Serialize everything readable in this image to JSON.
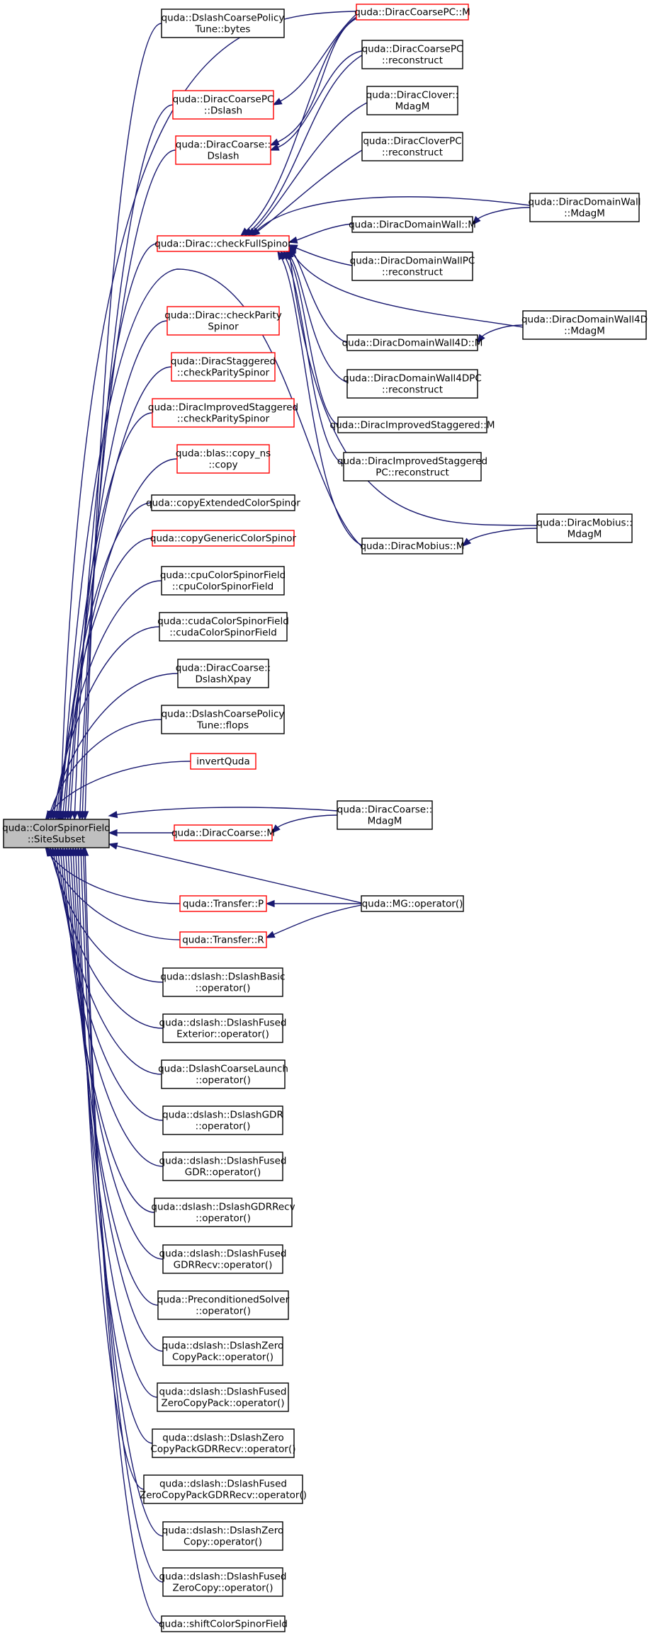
{
  "graph": {
    "colors": {
      "edge": "#191970",
      "root_fill": "#bfbfbf",
      "root_border": "#000000",
      "linked_border": "#ff0000",
      "plain_border": "#000000",
      "background": "#ffffff"
    },
    "nodes": [
      {
        "id": "root",
        "lines": [
          "quda::ColorSpinorField",
          "::SiteSubset"
        ],
        "style": "root"
      },
      {
        "id": "n_bytes",
        "lines": [
          "quda::DslashCoarsePolicy",
          "Tune::bytes"
        ],
        "style": "plain"
      },
      {
        "id": "n_dcpc_dslash",
        "lines": [
          "quda::DiracCoarsePC",
          "::Dslash"
        ],
        "style": "linked"
      },
      {
        "id": "n_dc_dslash",
        "lines": [
          "quda::DiracCoarse::",
          "Dslash"
        ],
        "style": "linked"
      },
      {
        "id": "n_checkfull",
        "lines": [
          "quda::Dirac::checkFullSpinor"
        ],
        "style": "linked"
      },
      {
        "id": "n_checkparity",
        "lines": [
          "quda::Dirac::checkParity",
          "Spinor"
        ],
        "style": "linked"
      },
      {
        "id": "n_stag_check",
        "lines": [
          "quda::DiracStaggered",
          "::checkParitySpinor"
        ],
        "style": "linked"
      },
      {
        "id": "n_impstag_check",
        "lines": [
          "quda::DiracImprovedStaggered",
          "::checkParitySpinor"
        ],
        "style": "linked"
      },
      {
        "id": "n_copy_ns",
        "lines": [
          "quda::blas::copy_ns",
          "::copy"
        ],
        "style": "linked"
      },
      {
        "id": "n_copyext",
        "lines": [
          "quda::copyExtendedColorSpinor"
        ],
        "style": "plain"
      },
      {
        "id": "n_copygen",
        "lines": [
          "quda::copyGenericColorSpinor"
        ],
        "style": "linked"
      },
      {
        "id": "n_cpucsf",
        "lines": [
          "quda::cpuColorSpinorField",
          "::cpuColorSpinorField"
        ],
        "style": "plain"
      },
      {
        "id": "n_cudacsf",
        "lines": [
          "quda::cudaColorSpinorField",
          "::cudaColorSpinorField"
        ],
        "style": "plain"
      },
      {
        "id": "n_dslashxpay",
        "lines": [
          "quda::DiracCoarse::",
          "DslashXpay"
        ],
        "style": "plain"
      },
      {
        "id": "n_flops",
        "lines": [
          "quda::DslashCoarsePolicy",
          "Tune::flops"
        ],
        "style": "plain"
      },
      {
        "id": "n_invert",
        "lines": [
          "invertQuda"
        ],
        "style": "linked"
      },
      {
        "id": "n_dc_m",
        "lines": [
          "quda::DiracCoarse::M"
        ],
        "style": "linked"
      },
      {
        "id": "n_transfer_p",
        "lines": [
          "quda::Transfer::P"
        ],
        "style": "linked"
      },
      {
        "id": "n_transfer_r",
        "lines": [
          "quda::Transfer::R"
        ],
        "style": "linked"
      },
      {
        "id": "n_dslashbasic",
        "lines": [
          "quda::dslash::DslashBasic",
          "::operator()"
        ],
        "style": "plain"
      },
      {
        "id": "n_fusedext",
        "lines": [
          "quda::dslash::DslashFused",
          "Exterior::operator()"
        ],
        "style": "plain"
      },
      {
        "id": "n_coarselaunch",
        "lines": [
          "quda::DslashCoarseLaunch",
          "::operator()"
        ],
        "style": "plain"
      },
      {
        "id": "n_gdr",
        "lines": [
          "quda::dslash::DslashGDR",
          "::operator()"
        ],
        "style": "plain"
      },
      {
        "id": "n_fusedgdr",
        "lines": [
          "quda::dslash::DslashFused",
          "GDR::operator()"
        ],
        "style": "plain"
      },
      {
        "id": "n_gdrrecv",
        "lines": [
          "quda::dslash::DslashGDRRecv",
          "::operator()"
        ],
        "style": "plain"
      },
      {
        "id": "n_fusedgdrrecv",
        "lines": [
          "quda::dslash::DslashFused",
          "GDRRecv::operator()"
        ],
        "style": "plain"
      },
      {
        "id": "n_precond",
        "lines": [
          "quda::PreconditionedSolver",
          "::operator()"
        ],
        "style": "plain"
      },
      {
        "id": "n_zcpack",
        "lines": [
          "quda::dslash::DslashZero",
          "CopyPack::operator()"
        ],
        "style": "plain"
      },
      {
        "id": "n_fusedzcpack",
        "lines": [
          "quda::dslash::DslashFused",
          "ZeroCopyPack::operator()"
        ],
        "style": "plain"
      },
      {
        "id": "n_zcpackgdr",
        "lines": [
          "quda::dslash::DslashZero",
          "CopyPackGDRRecv::operator()"
        ],
        "style": "plain"
      },
      {
        "id": "n_fusedzcpackgdr",
        "lines": [
          "quda::dslash::DslashFused",
          "ZeroCopyPackGDRRecv::operator()"
        ],
        "style": "plain"
      },
      {
        "id": "n_zc",
        "lines": [
          "quda::dslash::DslashZero",
          "Copy::operator()"
        ],
        "style": "plain"
      },
      {
        "id": "n_fusedzc",
        "lines": [
          "quda::dslash::DslashFused",
          "ZeroCopy::operator()"
        ],
        "style": "plain"
      },
      {
        "id": "n_shift",
        "lines": [
          "quda::shiftColorSpinorField"
        ],
        "style": "plain"
      },
      {
        "id": "n_dcpc_m",
        "lines": [
          "quda::DiracCoarsePC::M"
        ],
        "style": "linked"
      },
      {
        "id": "n_dcpc_rec",
        "lines": [
          "quda::DiracCoarsePC",
          "::reconstruct"
        ],
        "style": "plain"
      },
      {
        "id": "n_clover_mdagm",
        "lines": [
          "quda::DiracClover::",
          "MdagM"
        ],
        "style": "plain"
      },
      {
        "id": "n_cloverpc_rec",
        "lines": [
          "quda::DiracCloverPC",
          "::reconstruct"
        ],
        "style": "plain"
      },
      {
        "id": "n_dw_m",
        "lines": [
          "quda::DiracDomainWall::M"
        ],
        "style": "plain"
      },
      {
        "id": "n_dwpc_rec",
        "lines": [
          "quda::DiracDomainWallPC",
          "::reconstruct"
        ],
        "style": "plain"
      },
      {
        "id": "n_dw4d_m",
        "lines": [
          "quda::DiracDomainWall4D::M"
        ],
        "style": "plain"
      },
      {
        "id": "n_dw4dpc_rec",
        "lines": [
          "quda::DiracDomainWall4DPC",
          "::reconstruct"
        ],
        "style": "plain"
      },
      {
        "id": "n_impstag_m",
        "lines": [
          "quda::DiracImprovedStaggered::M"
        ],
        "style": "plain"
      },
      {
        "id": "n_impstagpc_rec",
        "lines": [
          "quda::DiracImprovedStaggered",
          "PC::reconstruct"
        ],
        "style": "plain"
      },
      {
        "id": "n_mobius_m",
        "lines": [
          "quda::DiracMobius::M"
        ],
        "style": "plain"
      },
      {
        "id": "n_dc_mdagm",
        "lines": [
          "quda::DiracCoarse::",
          "MdagM"
        ],
        "style": "plain"
      },
      {
        "id": "n_mg_op",
        "lines": [
          "quda::MG::operator()"
        ],
        "style": "plain"
      },
      {
        "id": "n_dw_mdagm",
        "lines": [
          "quda::DiracDomainWall",
          "::MdagM"
        ],
        "style": "plain"
      },
      {
        "id": "n_dw4d_mdagm",
        "lines": [
          "quda::DiracDomainWall4D",
          "::MdagM"
        ],
        "style": "plain"
      },
      {
        "id": "n_mobius_mdagm",
        "lines": [
          "quda::DiracMobius::",
          "MdagM"
        ],
        "style": "plain"
      }
    ],
    "edges": [
      {
        "from": "n_bytes",
        "to": "root"
      },
      {
        "from": "n_dcpc_m",
        "to": "root"
      },
      {
        "from": "n_dcpc_dslash",
        "to": "root"
      },
      {
        "from": "n_dc_dslash",
        "to": "root"
      },
      {
        "from": "n_checkfull",
        "to": "root"
      },
      {
        "from": "n_checkparity",
        "to": "root"
      },
      {
        "from": "n_stag_check",
        "to": "root"
      },
      {
        "from": "n_impstag_check",
        "to": "root"
      },
      {
        "from": "n_copy_ns",
        "to": "root"
      },
      {
        "from": "n_copyext",
        "to": "root"
      },
      {
        "from": "n_copygen",
        "to": "root"
      },
      {
        "from": "n_cpucsf",
        "to": "root"
      },
      {
        "from": "n_cudacsf",
        "to": "root"
      },
      {
        "from": "n_dslashxpay",
        "to": "root"
      },
      {
        "from": "n_flops",
        "to": "root"
      },
      {
        "from": "n_invert",
        "to": "root"
      },
      {
        "from": "n_dc_mdagm",
        "to": "root"
      },
      {
        "from": "n_dc_m",
        "to": "root"
      },
      {
        "from": "n_mg_op",
        "to": "root"
      },
      {
        "from": "n_transfer_p",
        "to": "root"
      },
      {
        "from": "n_transfer_r",
        "to": "root"
      },
      {
        "from": "n_dslashbasic",
        "to": "root"
      },
      {
        "from": "n_fusedext",
        "to": "root"
      },
      {
        "from": "n_coarselaunch",
        "to": "root"
      },
      {
        "from": "n_gdr",
        "to": "root"
      },
      {
        "from": "n_fusedgdr",
        "to": "root"
      },
      {
        "from": "n_gdrrecv",
        "to": "root"
      },
      {
        "from": "n_fusedgdrrecv",
        "to": "root"
      },
      {
        "from": "n_precond",
        "to": "root"
      },
      {
        "from": "n_zcpack",
        "to": "root"
      },
      {
        "from": "n_fusedzcpack",
        "to": "root"
      },
      {
        "from": "n_zcpackgdr",
        "to": "root"
      },
      {
        "from": "n_fusedzcpackgdr",
        "to": "root"
      },
      {
        "from": "n_zc",
        "to": "root"
      },
      {
        "from": "n_fusedzc",
        "to": "root"
      },
      {
        "from": "n_shift",
        "to": "root"
      },
      {
        "from": "n_mobius_m",
        "to": "root"
      },
      {
        "from": "n_dcpc_m",
        "to": "n_dcpc_dslash"
      },
      {
        "from": "n_dcpc_m",
        "to": "n_dc_dslash"
      },
      {
        "from": "n_dcpc_rec",
        "to": "n_dc_dslash"
      },
      {
        "from": "n_dcpc_m",
        "to": "n_checkfull"
      },
      {
        "from": "n_dcpc_rec",
        "to": "n_checkfull"
      },
      {
        "from": "n_clover_mdagm",
        "to": "n_checkfull"
      },
      {
        "from": "n_cloverpc_rec",
        "to": "n_checkfull"
      },
      {
        "from": "n_dw_mdagm",
        "to": "n_checkfull"
      },
      {
        "from": "n_dw_m",
        "to": "n_checkfull"
      },
      {
        "from": "n_dwpc_rec",
        "to": "n_checkfull"
      },
      {
        "from": "n_dw4d_mdagm",
        "to": "n_checkfull"
      },
      {
        "from": "n_dw4d_m",
        "to": "n_checkfull"
      },
      {
        "from": "n_dw4dpc_rec",
        "to": "n_checkfull"
      },
      {
        "from": "n_impstag_m",
        "to": "n_checkfull"
      },
      {
        "from": "n_impstagpc_rec",
        "to": "n_checkfull"
      },
      {
        "from": "n_mobius_mdagm",
        "to": "n_checkfull"
      },
      {
        "from": "n_mobius_m",
        "to": "n_checkfull"
      },
      {
        "from": "n_dw_mdagm",
        "to": "n_dw_m"
      },
      {
        "from": "n_dw4d_mdagm",
        "to": "n_dw4d_m"
      },
      {
        "from": "n_mobius_mdagm",
        "to": "n_mobius_m"
      },
      {
        "from": "n_dc_mdagm",
        "to": "n_dc_m"
      },
      {
        "from": "n_mg_op",
        "to": "n_transfer_p"
      },
      {
        "from": "n_mg_op",
        "to": "n_transfer_r"
      }
    ]
  }
}
